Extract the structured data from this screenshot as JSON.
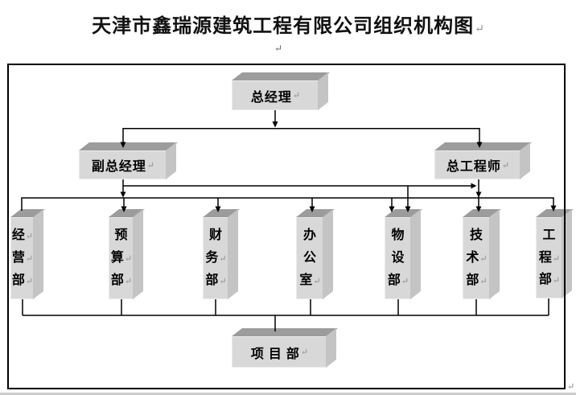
{
  "title": {
    "text": "天津市鑫瑞源建筑工程有限公司组织机构图",
    "paragraph_mark": "↵"
  },
  "stray_paragraph_mark": "↵",
  "frame_paragraph_mark": "↵",
  "colors": {
    "box_front": "#d8d8d8",
    "box_top": "#9c9c9c",
    "box_side": "#c4c4c4",
    "connector": "#000000",
    "paragraph_mark": "#8f8f8f"
  },
  "nodes": {
    "general_manager": {
      "label": "总经理",
      "mark": "↵"
    },
    "deputy_general_manager": {
      "label": "副总经理",
      "mark": "↵"
    },
    "chief_engineer": {
      "label": "总工程师",
      "mark": "↵"
    },
    "project_department": {
      "label": "项 目 部",
      "mark": "↵"
    }
  },
  "departments": [
    {
      "name": "经营部",
      "lines": [
        {
          "t": "经",
          "m": "↵"
        },
        {
          "t": "营",
          "m": "↵"
        },
        {
          "t": "部",
          "m": "↵"
        }
      ]
    },
    {
      "name": "预算部",
      "lines": [
        {
          "t": "预",
          "m": ""
        },
        {
          "t": "算",
          "m": "↵"
        },
        {
          "t": "部",
          "m": "↵"
        }
      ]
    },
    {
      "name": "财务部",
      "lines": [
        {
          "t": "财",
          "m": ""
        },
        {
          "t": "务",
          "m": "↵"
        },
        {
          "t": "部",
          "m": "↵"
        }
      ]
    },
    {
      "name": "办公室",
      "lines": [
        {
          "t": "办",
          "m": ""
        },
        {
          "t": "公",
          "m": ""
        },
        {
          "t": "室",
          "m": "↵"
        }
      ]
    },
    {
      "name": "物设部",
      "lines": [
        {
          "t": "物",
          "m": ""
        },
        {
          "t": "设",
          "m": ""
        },
        {
          "t": "部",
          "m": "↵"
        }
      ]
    },
    {
      "name": "技术部",
      "lines": [
        {
          "t": "技",
          "m": ""
        },
        {
          "t": "术",
          "m": "↵"
        },
        {
          "t": "部",
          "m": "↵"
        }
      ]
    },
    {
      "name": "工程部",
      "lines": [
        {
          "t": "工",
          "m": ""
        },
        {
          "t": "程",
          "m": "↵"
        },
        {
          "t": "部",
          "m": "↵"
        }
      ]
    }
  ]
}
